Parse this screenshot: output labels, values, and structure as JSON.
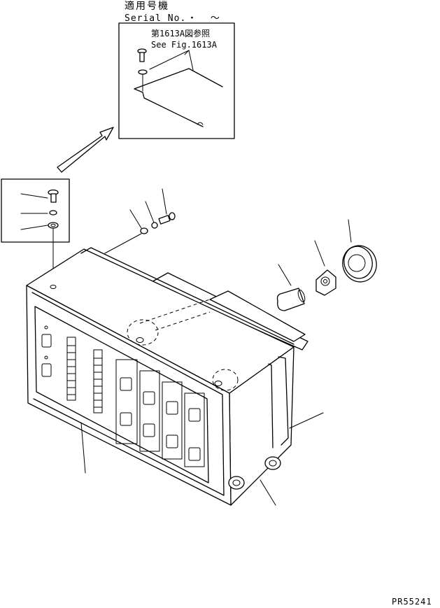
{
  "header": {
    "applicable_label_jp": "適用号機",
    "serial_label": "Serial No.",
    "serial_value": "・ ～"
  },
  "inset": {
    "fig_ref_jp": "第1613A図参照",
    "fig_ref_en": "See Fig.1613A"
  },
  "footer": {
    "drawing_code": "PR55241"
  }
}
